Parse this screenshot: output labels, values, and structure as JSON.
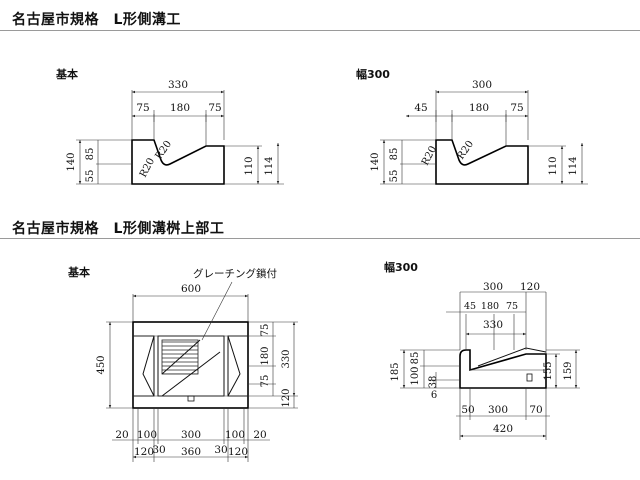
{
  "section1": {
    "title": "名古屋市規格　L形側溝工",
    "label_left": "基本",
    "label_right": "幅300"
  },
  "section2": {
    "title": "名古屋市規格　L形側溝桝上部工",
    "label_left": "基本",
    "label_right": "幅300"
  },
  "d1": {
    "w": "330",
    "a": "75",
    "b": "180",
    "c": "75",
    "h1": "140",
    "h2": "85",
    "h3": "55",
    "r1": "R20",
    "r2": "R20",
    "s1": "110",
    "s2": "114"
  },
  "d2": {
    "w": "300",
    "a": "45",
    "b": "180",
    "c": "75",
    "h1": "140",
    "h2": "85",
    "h3": "55",
    "r1": "R20",
    "r2": "R20",
    "s1": "110",
    "s2": "114"
  },
  "d3": {
    "grating": "グレーチング鎖付",
    "w": "600",
    "h": "450",
    "r1": "75",
    "r2": "180",
    "r3": "75",
    "r4": "120",
    "rt": "330",
    "b1": "20",
    "b2": "100",
    "b3": "300",
    "b4": "100",
    "b5": "20",
    "c1": "120",
    "c2": "30",
    "c3": "360",
    "c4": "30",
    "c5": "120"
  },
  "d4": {
    "t1": "300",
    "t2": "120",
    "m1": "45",
    "m2": "180",
    "m3": "75",
    "m4": "330",
    "l1": "185",
    "l2": "100",
    "l3": "85",
    "l4": "38",
    "l5": "6",
    "r1": "155",
    "r2": "159",
    "b1": "50",
    "b2": "300",
    "b3": "70",
    "bt": "420"
  }
}
